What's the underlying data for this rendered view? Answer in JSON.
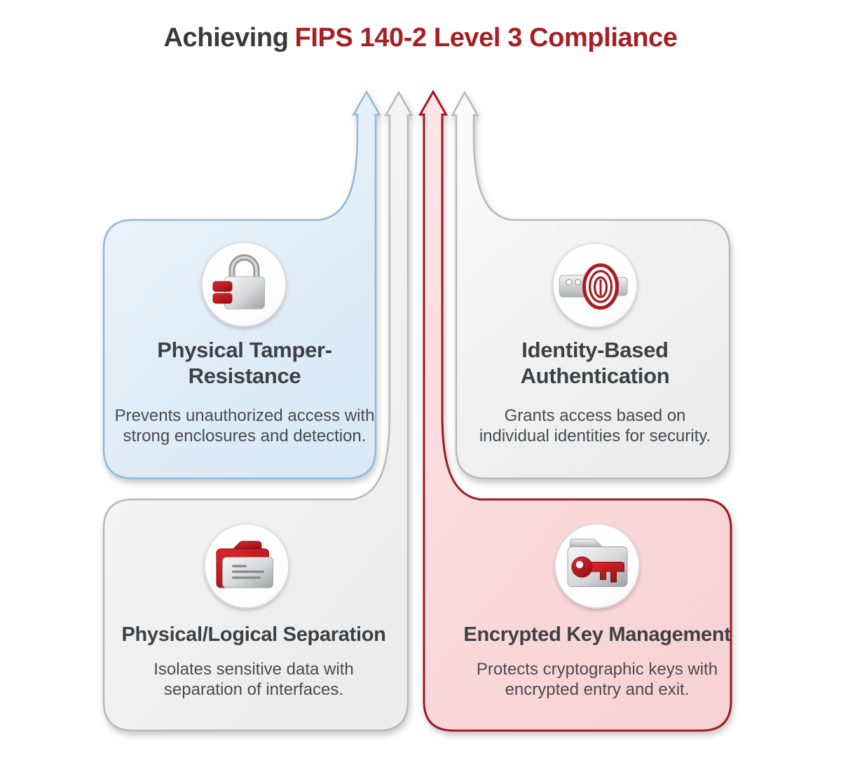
{
  "title": {
    "prefix": "Achieving",
    "highlight": "FIPS 140-2 Level 3 Compliance"
  },
  "cards": [
    {
      "id": "physical-tamper-resistance",
      "title": "Physical Tamper-Resistance",
      "description": "Prevents unauthorized access with strong enclosures and detection.",
      "icon": "padlock-icon",
      "accent_fill": "#e6effa",
      "accent_border": "#93b7d3"
    },
    {
      "id": "identity-based-authentication",
      "title": "Identity-Based Authentication",
      "description": "Grants access based on individual identities for security.",
      "icon": "fingerprint-id-icon",
      "accent_fill": "#f7f7f7",
      "accent_border": "#b9b9ba"
    },
    {
      "id": "physical-logical-separation",
      "title": "Physical/Logical Separation",
      "description": "Isolates sensitive data with separation of interfaces.",
      "icon": "folder-document-icon",
      "accent_fill": "#f7f7f7",
      "accent_border": "#b9b9ba"
    },
    {
      "id": "encrypted-key-management",
      "title": "Encrypted Key Management",
      "description": "Protects cryptographic keys with encrypted entry and exit.",
      "icon": "folder-key-icon",
      "accent_fill": "#fbdcde",
      "accent_border": "#9d1c21"
    }
  ],
  "colors": {
    "title_dark": "#3a393b",
    "title_red": "#a71e23",
    "card_title_text": "#3e4144",
    "card_desc_text": "#494b4e",
    "icon_red": "#b01f24",
    "icon_silver": "#b9babd"
  }
}
